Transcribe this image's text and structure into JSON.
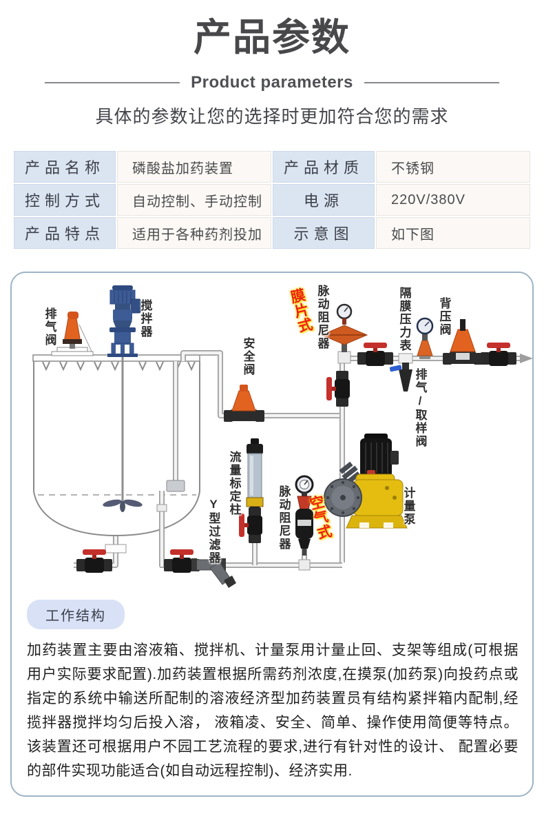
{
  "header": {
    "title": "产品参数",
    "subtitle": "Product parameters",
    "tagline": "具体的参数让您的选择时更加符合您的需求"
  },
  "table": {
    "rows": [
      {
        "l1": "产品名称",
        "v1": "磷酸盐加药装置",
        "l2": "产品材质",
        "v2": "不锈钢"
      },
      {
        "l1": "控制方式",
        "v1": "自动控制、手动控制",
        "l2": "电源",
        "v2": "220V/380V"
      },
      {
        "l1": "产品特点",
        "v1": "适用于各种药剂投加",
        "l2": "示意图",
        "v2": "如下图"
      }
    ]
  },
  "diagram": {
    "labels": {
      "vent_valve": "排气阀",
      "mixer": "搅拌器",
      "safety_valve": "安全阀",
      "diaphragm_type": "膜片式",
      "pulsation_damper_top": "脉动阻尼器",
      "diaphragm_pressure_gauge": "隔膜压力表",
      "back_pressure_valve": "背压阀",
      "vent_sampling_valve": "排气/取样阀",
      "metering_pump": "计量泵",
      "air_type": "空气式",
      "pulsation_damper_bottom": "脉动阻尼器",
      "flow_calibration_column": "流量标定柱",
      "y_strainer": "Y型过滤器"
    }
  },
  "section": {
    "badge": "工作结构",
    "paragraph": "加药装置主要由溶液箱、搅拌机、计量泵用计量止回、支架等组成(可根据用户实际要求配置).加药装置根据所需药剂浓度,在摸泵(加药泵)向投药点或指定的系统中输送所配制的溶液经济型加药装置员有结构紧拌箱内配制,经揽拌器搅拌均匀后投入溶， 液箱凌、安全、简单、操作使用简便等特点。 该装置还可根据用户不园工艺流程的要求,进行有针对性的设计、 配置必要的部件实现功能适合(如自动远程控制)、经济实用."
  },
  "colors": {
    "title_text": "#48484b",
    "table_label_bg": "#dbe5f2",
    "table_value_bg": "#fbf8f5",
    "card_border": "#9db3c6",
    "badge_bg": "#d8e1f6",
    "diagram_red_label": "#ed2015",
    "valve_orange": "#e2631f",
    "mixer_blue": "#3d5b94",
    "pump_yellow": "#e5bd10",
    "handle_red": "#c4302b"
  }
}
